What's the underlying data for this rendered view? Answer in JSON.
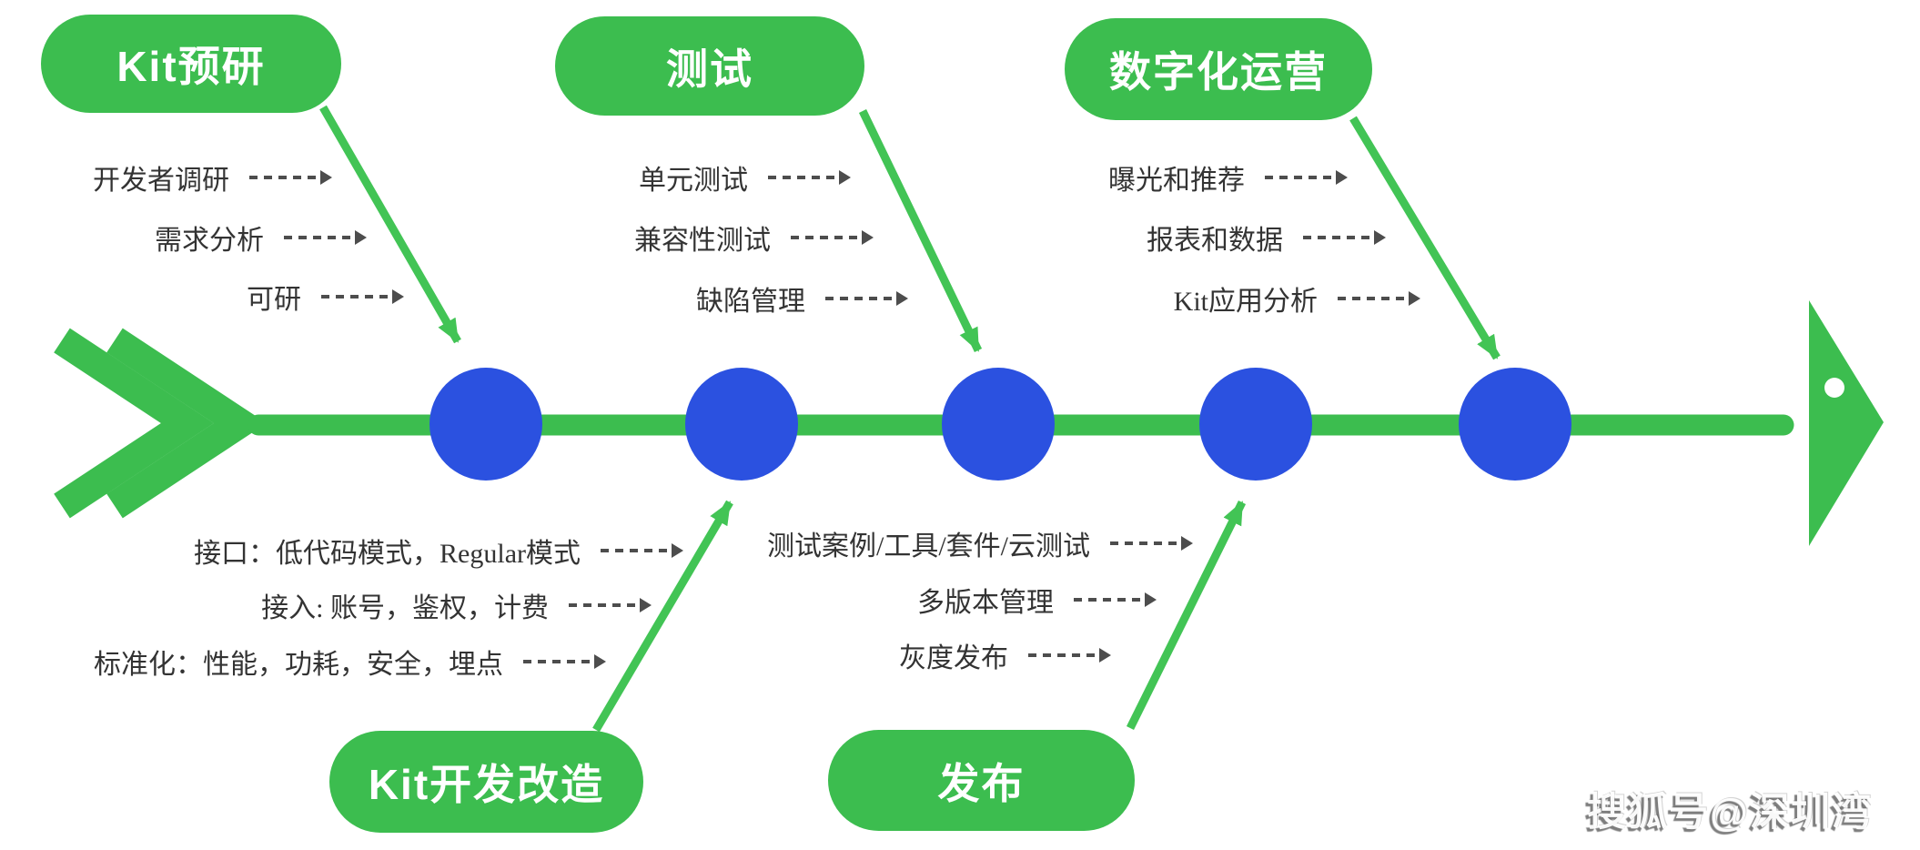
{
  "palette": {
    "green": "#3cbd4f",
    "green_light": "#42c455",
    "blue": "#2b51e0",
    "ink": "#333333",
    "arrow_gray": "#4d4d4d",
    "white": "#ffffff"
  },
  "diagram": {
    "type": "fishbone",
    "top_groups": [
      {
        "pill": "Kit预研",
        "items": [
          "开发者调研",
          "需求分析",
          "可研"
        ]
      },
      {
        "pill": "测试",
        "items": [
          "单元测试",
          "兼容性测试",
          "缺陷管理"
        ]
      },
      {
        "pill": "数字化运营",
        "items": [
          "曝光和推荐",
          "报表和数据",
          "Kit应用分析"
        ]
      }
    ],
    "bottom_groups": [
      {
        "pill": "Kit开发改造",
        "items": [
          "接口：低代码模式，Regular模式",
          "接入: 账号，鉴权，计费",
          "标准化：性能，功耗，安全，埋点"
        ]
      },
      {
        "pill": "发布",
        "items": [
          "测试案例/工具/套件/云测试",
          "多版本管理",
          "灰度发布"
        ]
      }
    ]
  },
  "watermark": {
    "text": "搜狐号@深圳湾"
  }
}
